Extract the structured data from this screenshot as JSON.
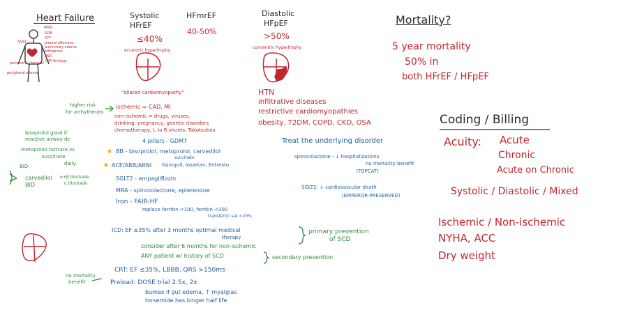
{
  "left_panel": {
    "title": "Heart Failure",
    "symptoms": [
      "?PND",
      "SOB",
      "CP?",
      "pleural effusions",
      "pulmonary edema",
      "orthopnea",
      "PND",
      "CXR findings"
    ],
    "jvd": "?JVD",
    "ascites": "peripheral / hepatic",
    "edema": "peripheral edema"
  },
  "systolic": {
    "title": "Systolic",
    "type": "HFrEF",
    "ef": "≤40%",
    "note": "eccentric hypertrophy"
  },
  "hfmref": {
    "title": "HFmrEF",
    "ef": "40-50%"
  },
  "diastolic": {
    "title": "Diastolic",
    "type": "HFpEF",
    "ef": ">50%",
    "note": "concentric hypertrophy"
  },
  "mortality": {
    "title": "Mortality?",
    "lines": [
      "5 year mortality",
      "50% in",
      "both HFrEF / HFpEF"
    ]
  },
  "causes_rEF": {
    "dilated": "\"dilated cardiomyopathy\"",
    "ischemic": "ischemic = CAD, MI",
    "nonischemic": [
      "non-ischemic = drugs, viruses,",
      "drinking, pregnancy, genetic disorders",
      "chemotherapy, L to R shunts, Takotsubos"
    ]
  },
  "causes_pEF": [
    "HTN",
    "infiltrative diseases",
    "restrictive cardiomyopathies",
    "obesity, T2DM, COPD, CKD, OSA"
  ],
  "treatment": {
    "pillars": "4 pillars - GDMT",
    "bb": "BB - bisoprolol, metoprolol, carvedilol",
    "bb_sub": "succinate",
    "ace": "ACE/ARB/ARNI",
    "ace_drugs": "lisinopril, losartan, Entresto",
    "sglt2": "SGLT2 - empagliflozin",
    "mra": "MRA - spironolactone, eplerenone",
    "iron": "Iron - FAIR-HF",
    "iron_replace": "replace ferritin <100, ferritin <300",
    "iron_sat": "transferrin sat <20%",
    "icd": "ICD: EF ≤35% after 3 months optimal medical",
    "icd_therapy": "therapy",
    "icd_consider": "consider after 6 months for non-ischemic",
    "icd_any": "ANY patient w/ history of SCD",
    "primary": "primary prevention",
    "primary_of": "of SCD",
    "secondary": "secondary prevention",
    "crt": "CRT: EF ≤35%, LBBB, QRS >150ms",
    "preload": "Preload: DOSE trial 2.5x, 2x",
    "bumex": "bumex if gut edema, ↑ myalgias",
    "torsemide": "torsemide has longer half life"
  },
  "green_notes": {
    "higher_risk": [
      "higher risk",
      "for arrhythmias"
    ],
    "bisoprolol": [
      "bisoprolol good if",
      "reactive airway dz"
    ],
    "metoprolol": [
      "metoprolol tartrate vs",
      "succinate",
      "daily"
    ],
    "bid": "BID",
    "carvedilol": [
      "carvedilol",
      "α+β blockade",
      "α blockade"
    ],
    "carv_bid": "BID",
    "no_mortality": [
      "no mortality",
      "benefit"
    ]
  },
  "pEF_treatment": {
    "header": "Treat the underlying disorder",
    "spiro": "spironolactone - ↓ hospitalizations",
    "spiro_2": "no mortality benefit",
    "spiro_3": "(TOPCAT)",
    "sglt2": "SGLT2: ↓ cardiovascular death",
    "sglt2_2": "(EMPEROR-PRESERVED)"
  },
  "coding": {
    "title": "Coding / Billing",
    "acuity": "Acuity:",
    "acute": "Acute",
    "chronic": "Chronic",
    "acute_on_chronic": "Acute on Chronic",
    "types": "Systolic / Diastolic / Mixed",
    "ischemic": "Ischemic / Non-ischemic",
    "nyha": "NYHA, ACC",
    "dry": "Dry weight"
  },
  "colors": {
    "black": "#2b2b2b",
    "red": "#c0262e",
    "blue": "#1f5f9e",
    "green": "#2e8b3c",
    "orange": "#e0a000"
  }
}
